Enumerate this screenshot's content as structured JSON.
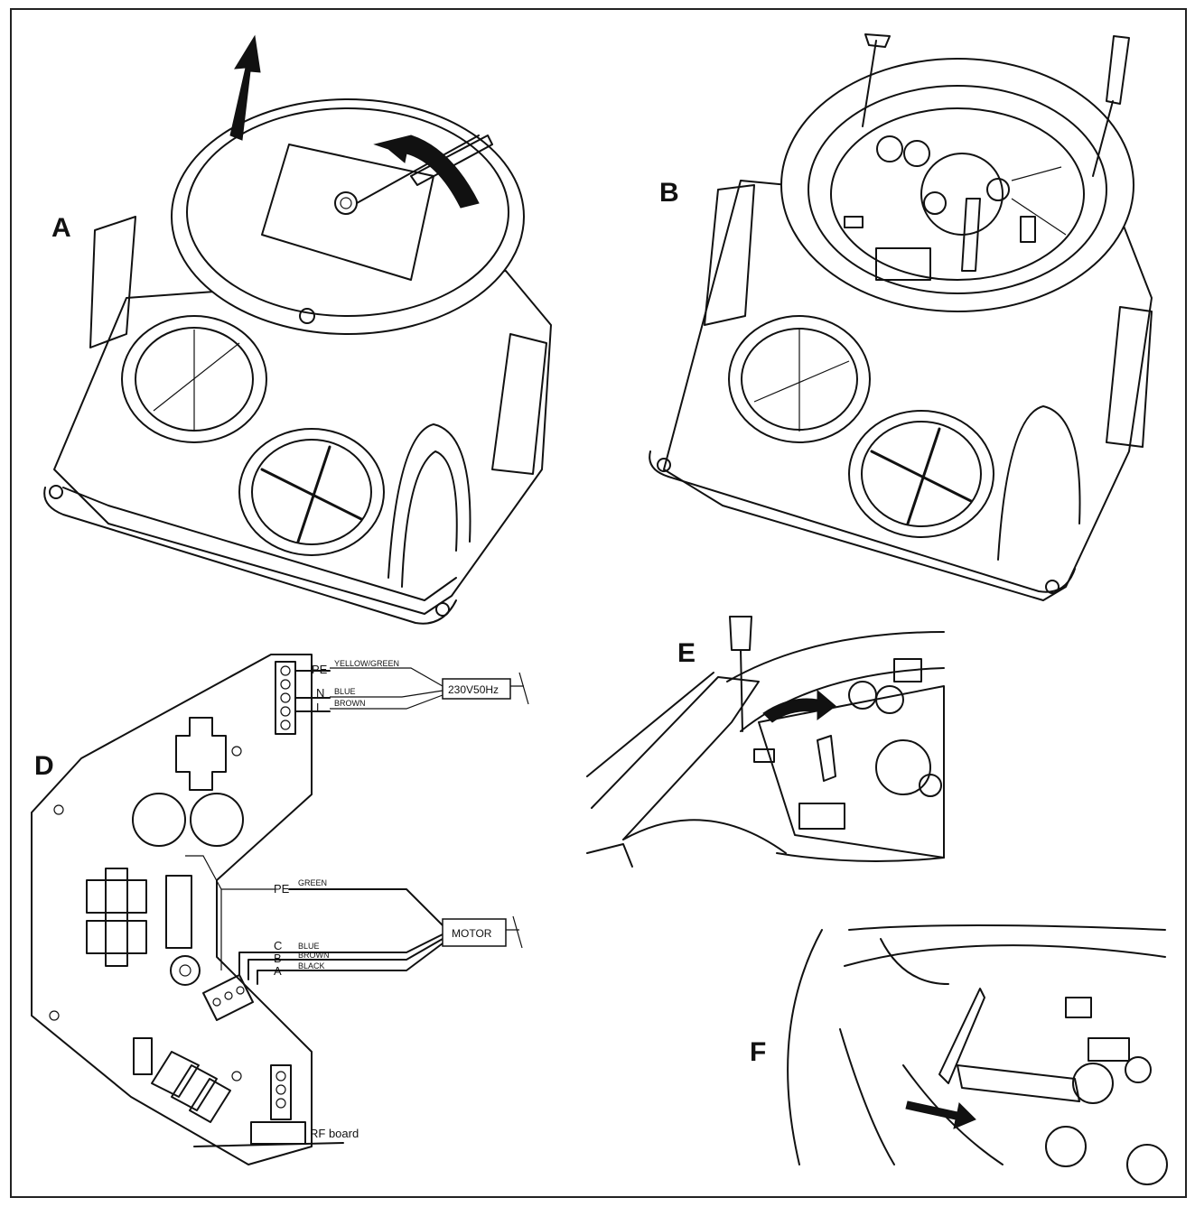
{
  "panels": {
    "a": "A",
    "b": "B",
    "d": "D",
    "e": "E",
    "f": "F"
  },
  "wiring": {
    "supply": {
      "pe": "PE",
      "n": "N",
      "l": "L",
      "pe_color": "YELLOW/GREEN",
      "n_color": "BLUE",
      "l_color": "BROWN",
      "box": "230V50Hz"
    },
    "motor": {
      "pe": "PE",
      "c": "C",
      "b": "B",
      "a": "A",
      "pe_color": "GREEN",
      "c_color": "BLUE",
      "b_color": "BROWN",
      "a_color": "BLACK",
      "box": "MOTOR"
    },
    "rf_board": "RF board"
  }
}
